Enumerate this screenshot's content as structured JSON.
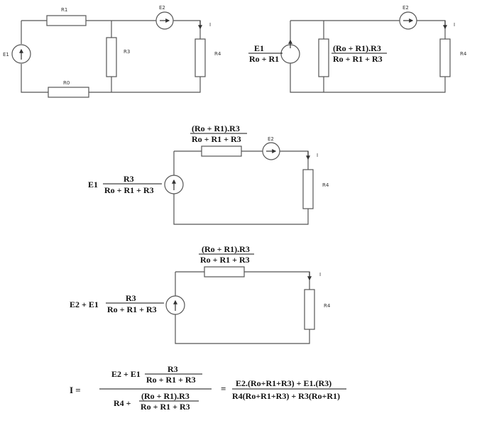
{
  "labels": {
    "R1": "R1",
    "R0": "R0",
    "R3": "R3",
    "R4": "R4",
    "E1": "E1",
    "E2": "E2",
    "I": "I"
  },
  "formulas": {
    "e1": "E1",
    "e2": "E2",
    "plus": "+",
    "r3": "R3",
    "r4": "R4",
    "r4_plus": "R4 +",
    "sum_denom": "Ro + R1 + R3",
    "sum_ro_r1": "Ro + R1",
    "parallel_num": "(Ro + R1).R3",
    "e2_plus_e1": "E2 +  E1",
    "i_eq": "I =",
    "equals": "=",
    "final_num": "E2.(Ro+R1+R3) + E1.(R3)",
    "final_den": "R4(Ro+R1+R3) + R3(Ro+R1)"
  },
  "icons": {
    "source": "circle-with-arrow",
    "resistor": "rectangle",
    "current": "downward-arrow"
  }
}
